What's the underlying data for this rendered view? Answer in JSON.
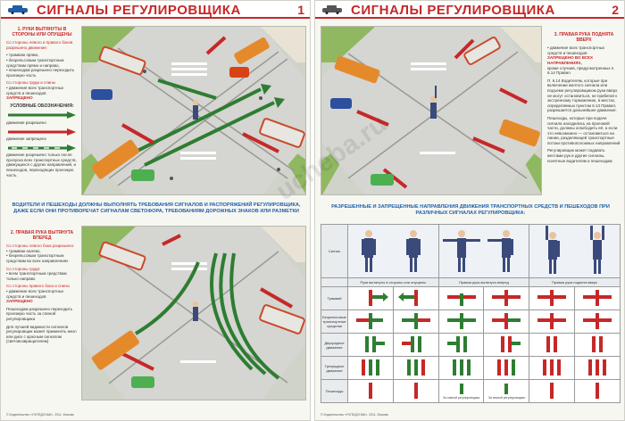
{
  "posters": [
    {
      "title": "СИГНАЛЫ РЕГУЛИРОВЩИКА",
      "number": "1",
      "section1": {
        "heading": "1. РУКИ ВЫТЯНУТЫ В СТОРОНЫ ИЛИ ОПУЩЕНЫ",
        "p1": "Со стороны левого и правого боков разрешено движение:",
        "p2": "• трамваю прямо,",
        "p3": "• безрельсовым транспортным средствам прямо и направо,",
        "p4": "• пешеходам разрешено переходить проезжую часть",
        "p5": "Со стороны груди и спины",
        "p6": "• движение всех транспортных средств и пешеходов",
        "p6red": "ЗАПРЕЩЕНО",
        "legend_title": "УСЛОВНЫЕ ОБОЗНАЧЕНИЯ:",
        "legend1": "движение разрешено",
        "legend2": "движение запрещено",
        "legend3": "движение разрешено только после пропуска всех транспортных средств, движущихся с других направлений, и пешеходов, переходящих проезжую часть"
      },
      "middle_text": "ВОДИТЕЛИ И ПЕШЕХОДЫ ДОЛЖНЫ ВЫПОЛНЯТЬ ТРЕБОВАНИЯ СИГНАЛОВ И РАСПОРЯЖЕНИЙ РЕГУЛИРОВЩИКА, ДАЖЕ ЕСЛИ ОНИ ПРОТИВОРЕЧАТ СИГНАЛАМ СВЕТОФОРА, ТРЕБОВАНИЯМ ДОРОЖНЫХ ЗНАКОВ ИЛИ РАЗМЕТКИ",
      "section2": {
        "heading": "2. ПРАВАЯ РУКА ВЫТЯНУТА ВПЕРЕД",
        "p1": "Со стороны левого бока разрешено:",
        "p2": "• трамваю налево,",
        "p3": "• безрельсовым транспортным средствам во всех направлениях",
        "p4": "Со стороны груди:",
        "p5": "• всем транспортным средствам только направо",
        "p6": "Со стороны правого бока и спины",
        "p7": "• движение всех транспортных средств и пешеходов",
        "p7red": "ЗАПРЕЩЕНО",
        "p8": "Пешеходам разрешено переходить проезжую часть за спиной регулировщика",
        "p9": "Для лучшей видимости сигналов регулировщик может применять жезл или диск с красным сигналом (световозвращателем)"
      },
      "footer": "© Издательство «УЧПЕДСНАБ», 2011. Москва"
    },
    {
      "title": "СИГНАЛЫ РЕГУЛИРОВЩИКА",
      "number": "2",
      "section3": {
        "heading": "3. ПРАВАЯ РУКА ПОДНЯТА ВВЕРХ",
        "p1": "• движение всех транспортных средств и пешеходов",
        "p1red": "ЗАПРЕЩЕНО ВО ВСЕХ НАПРАВЛЕНИЯХ,",
        "p2": "кроме случаев, предусмотренных п. 6.14 Правил",
        "p3": "П. 6.14 Водителям, которые при включении желтого сигнала или подъеме регулировщиком руки вверх не могут остановиться, не прибегая к экстренному торможению, в местах, определяемых пунктом 6.13 Правил, разрешается дальнейшее движение.",
        "p4": "Пешеходы, которые при подаче сигнала находились на проезжей части, должны освободить её, а если это невозможно — остановиться на линии, разделяющей транспортные потоки противоположных направлений",
        "p5": "Регулировщик может подавать жестами рук и другие сигналы, понятные водителям и пешеходам"
      },
      "table_title": "РАЗРЕШЕННЫЕ И ЗАПРЕЩЕННЫЕ НАПРАВЛЕНИЯ ДВИЖЕНИЯ ТРАНСПОРТНЫХ СРЕДСТВ И ПЕШЕХОДОВ ПРИ РАЗЛИЧНЫХ СИГНАЛАХ РЕГУЛИРОВЩИКА:",
      "table": {
        "signal_label": "Сигнал",
        "col_captions": [
          "Руки вытянуты в стороны или опущены",
          "Правая рука вытянута вперед",
          "Правая рука поднята вверх"
        ],
        "rows": [
          "Трамвай",
          "Безрельсовые транспортные средства",
          "Двухрядное движение",
          "Трехрядное движение",
          "Пешеходы"
        ],
        "ped_notes": [
          "За спиной регулировщика",
          "За спиной регулировщика"
        ]
      },
      "footer": "© Издательство «УЧПЕДСНАБ», 2011. Москва"
    }
  ],
  "watermark": "ucheba.ru",
  "colors": {
    "red": "#c62828",
    "green": "#2e7d32",
    "blue": "#1f5fa8",
    "grass": "#8fb860",
    "road": "#d5d5d2"
  }
}
